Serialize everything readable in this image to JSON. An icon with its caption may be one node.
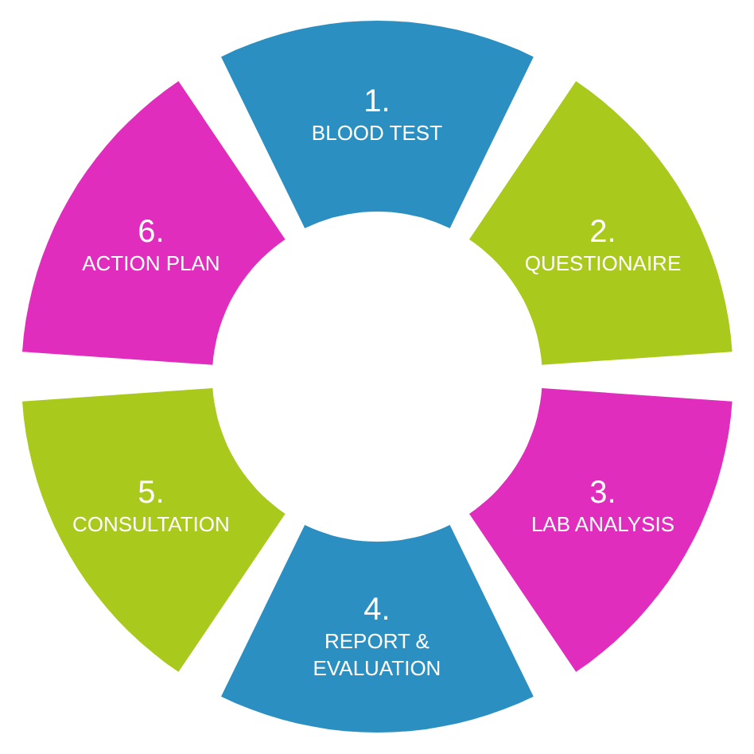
{
  "diagram": {
    "nodes": [
      {
        "text": [
          "1.",
          "BLOOD TEST"
        ]
      },
      {
        "text": [
          "2.",
          "QUESTIONAIRE"
        ]
      },
      {
        "text": [
          "3.",
          "LAB ANALYSIS"
        ]
      },
      {
        "text": [
          "4.",
          "REPORT & EVALUATION"
        ]
      },
      {
        "text": [
          "5.",
          "CONSULTATION"
        ]
      },
      {
        "text": [
          "6.",
          "ACTION PLAN"
        ]
      }
    ]
  }
}
